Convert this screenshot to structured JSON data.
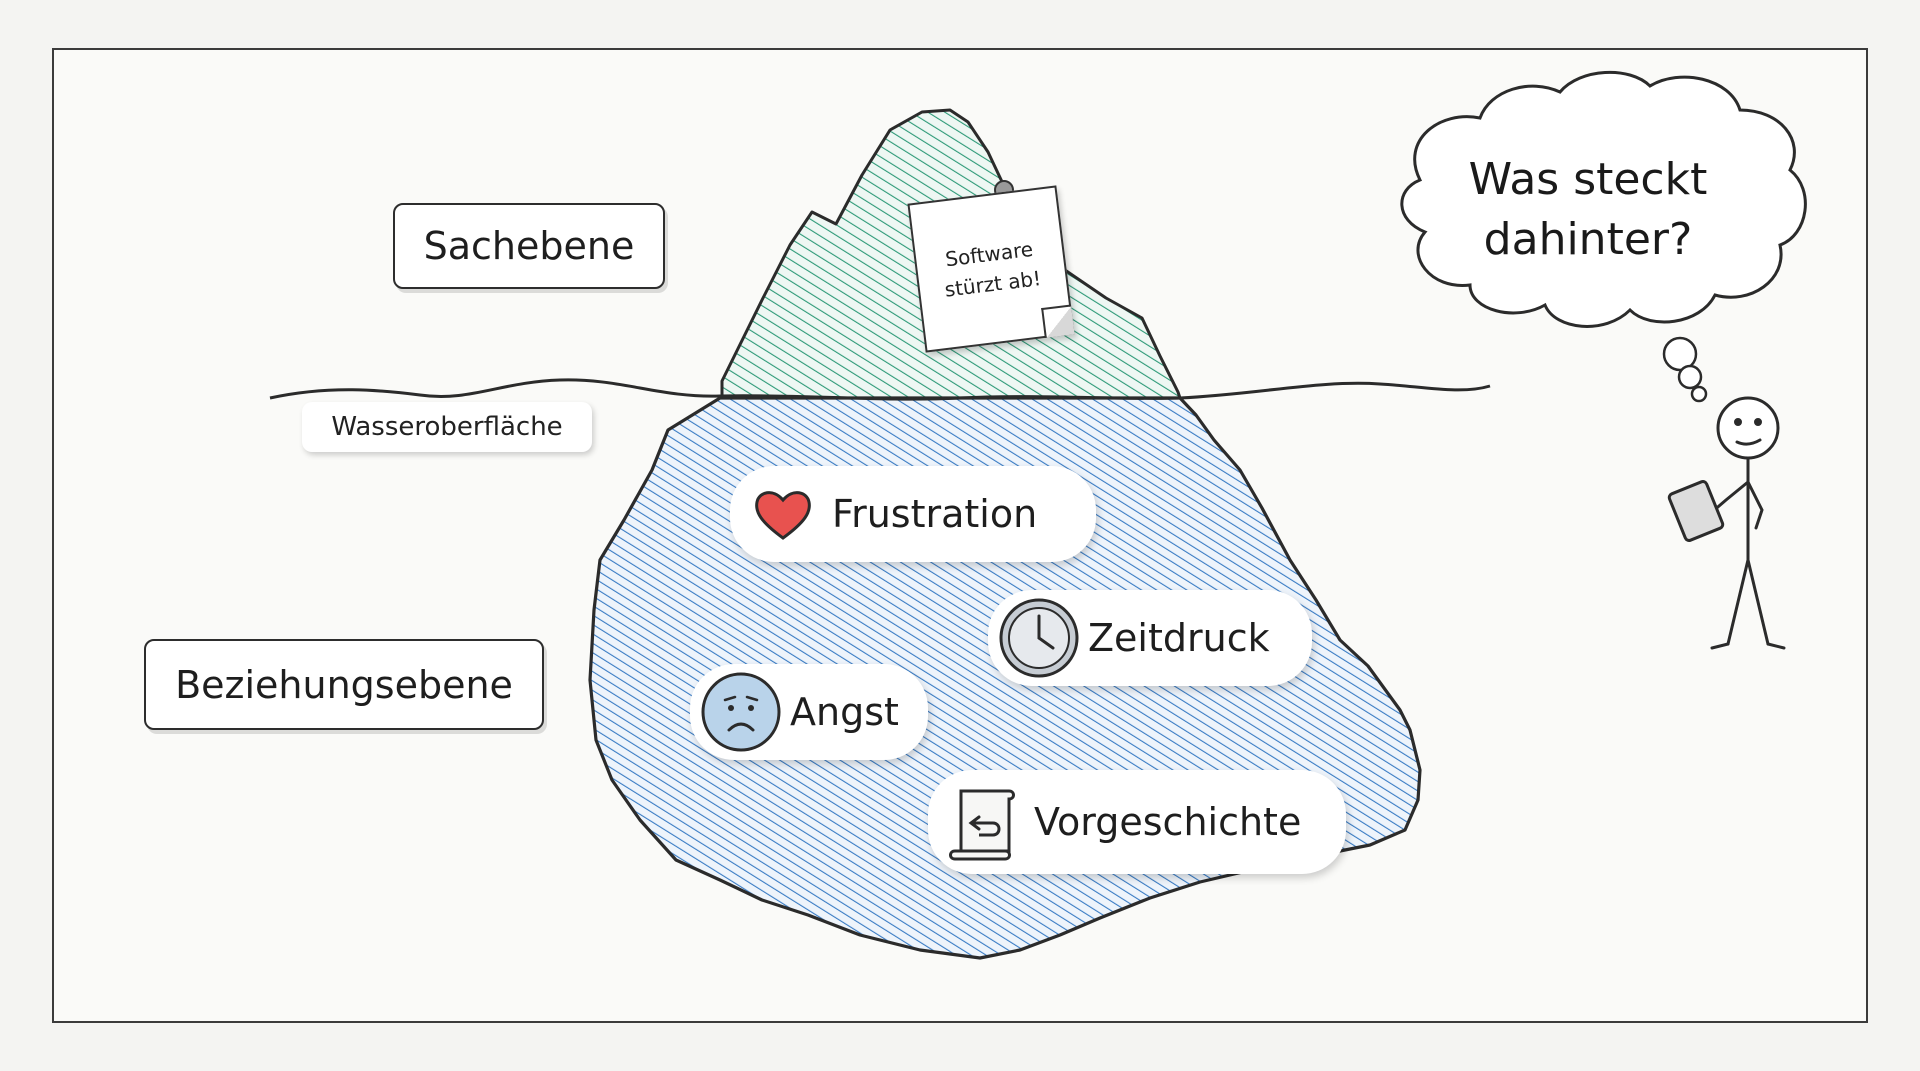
{
  "labels": {
    "sachebene": "Sachebene",
    "beziehungsebene": "Beziehungsebene",
    "water_surface": "Wasseroberfläche"
  },
  "note": {
    "line1": "Software",
    "line2": "stürzt ab!"
  },
  "emotions": {
    "frustration": "Frustration",
    "zeitdruck": "Zeitdruck",
    "angst": "Angst",
    "vorgeschichte": "Vorgeschichte"
  },
  "thought": {
    "line1": "Was steckt",
    "line2": "dahinter?"
  },
  "icons": {
    "frustration": "heart-icon",
    "zeitdruck": "clock-icon",
    "angst": "worried-face-icon",
    "vorgeschichte": "scroll-history-icon",
    "person": "stick-figure-with-tablet"
  },
  "colors": {
    "tip_hatch": "#2e9a78",
    "body_hatch": "#3a7cc4",
    "heart": "#e8524f",
    "face": "#b9d3ea",
    "outline": "#2b2b2b"
  }
}
